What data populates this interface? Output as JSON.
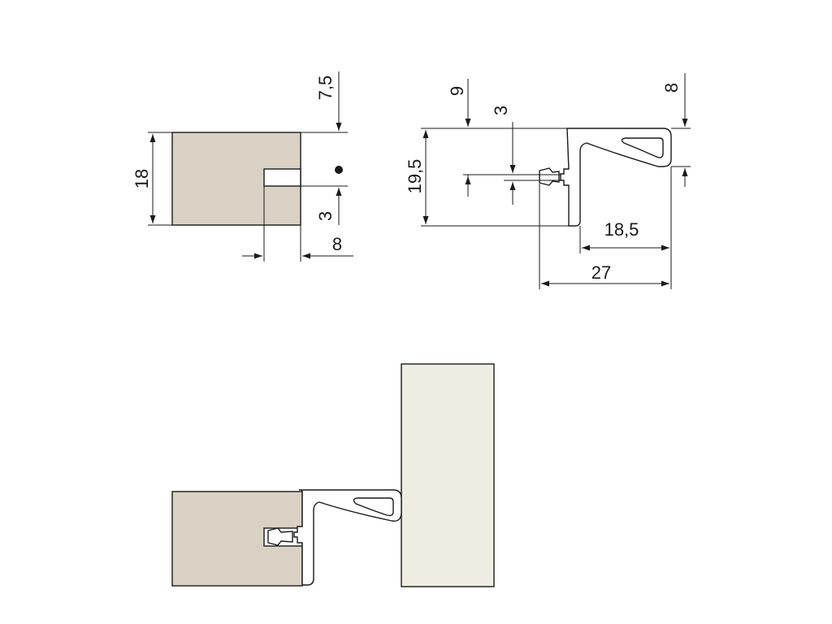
{
  "dimensions": {
    "panel_height": "18",
    "groove_offset": "7,5",
    "groove_width": "3",
    "groove_depth": "8",
    "profile_top": "9",
    "profile_groove": "3",
    "profile_height": "19,5",
    "profile_top_right": "8",
    "profile_inner_width": "18,5",
    "profile_total_width": "27"
  },
  "colors": {
    "panel_fill": "#d9d2c4",
    "door_fill": "#efede3",
    "line": "#1a1a1a",
    "background": "#ffffff"
  }
}
